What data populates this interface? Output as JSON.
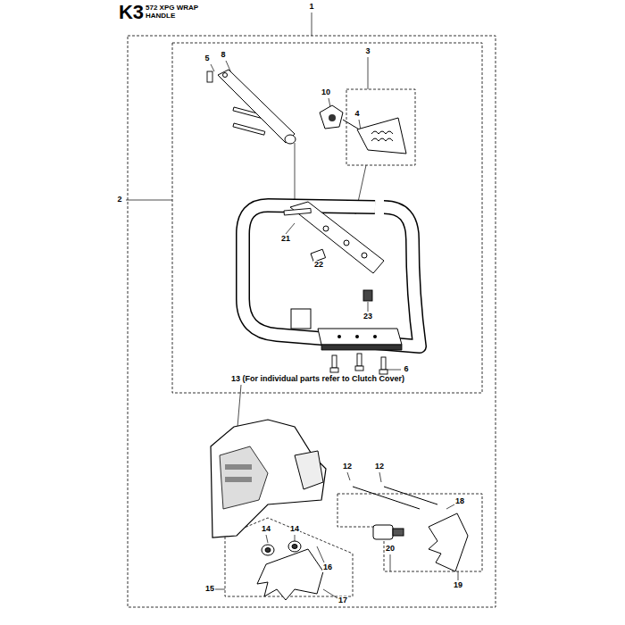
{
  "diagram": {
    "title": "572 XPG WRAP HANDLE",
    "labels": [
      "K3",
      "1",
      "5",
      "8",
      "3",
      "10",
      "4",
      "2",
      "21",
      "22",
      "23",
      "6",
      "13 (For individual parts refer to Clutch Cover)",
      "12",
      "12",
      "18",
      "14",
      "14",
      "16",
      "15",
      "20",
      "17",
      "19"
    ]
  }
}
